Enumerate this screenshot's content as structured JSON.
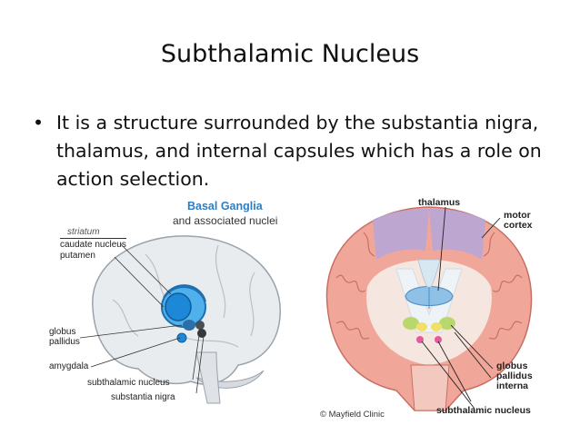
{
  "title": "Subthalamic Nucleus",
  "bullet": {
    "marker": "•",
    "text": "It is a structure surrounded by the substantia nigra, thalamus, and internal capsules which has a role on action selection."
  },
  "figure_left": {
    "title": "Basal Ganglia",
    "subtitle": "and associated nuclei",
    "labels": {
      "striatum": "striatum",
      "caudate": "caudate nucleus",
      "putamen": "putamen",
      "globus1": "globus",
      "globus2": "pallidus",
      "amygdala": "amygdala",
      "subthalamic": "subthalamic nucleus",
      "nigra": "substantia nigra"
    }
  },
  "figure_right": {
    "labels": {
      "thalamus": "thalamus",
      "motor1": "motor",
      "motor2": "cortex",
      "gpi1": "globus",
      "gpi2": "pallidus",
      "gpi3": "interna",
      "stn": "subthalamic nucleus"
    },
    "copyright": "© Mayfield Clinic"
  },
  "colors": {
    "accent_blue": "#2c7fc4",
    "brain_pink": "#f0a79a",
    "cortex_purple": "#b7a6d6"
  }
}
